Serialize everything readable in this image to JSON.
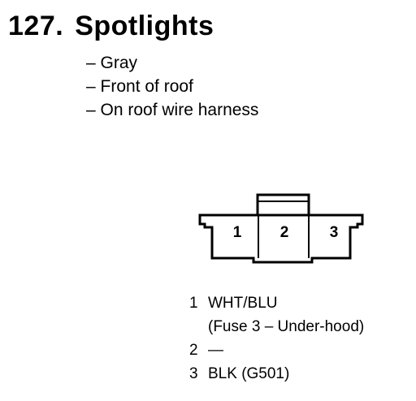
{
  "section": {
    "number": "127.",
    "title": "Spotlights"
  },
  "details": [
    "– Gray",
    "– Front of roof",
    "– On roof wire harness"
  ],
  "connector": {
    "cavity_labels": [
      "1",
      "2",
      "3"
    ]
  },
  "pins": [
    {
      "number": "1",
      "wire": "WHT/BLU",
      "note": "(Fuse 3 – Under-hood)"
    },
    {
      "number": "2",
      "wire": "—"
    },
    {
      "number": "3",
      "wire": "BLK (G501)"
    }
  ]
}
